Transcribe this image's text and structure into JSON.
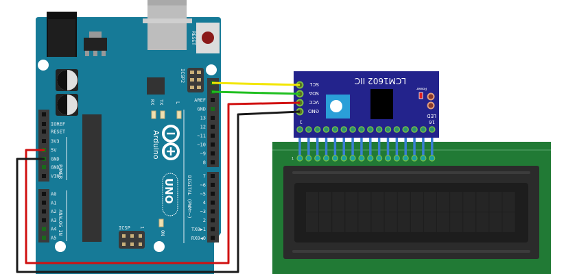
{
  "arduino": {
    "brand": "Arduino",
    "model": "UNO",
    "reset_label": "RESET",
    "icsp2_label": "ICSP2",
    "icsp_label": "ICSP",
    "icsp_pin1": "1",
    "led_labels": [
      "RX",
      "TX",
      "L"
    ],
    "on_label": "ON",
    "power_group": "POWER",
    "analog_group": "ANALOG IN",
    "digital_group": "DIGITAL (PWM=~)",
    "power_pins": [
      "IOREF",
      "RESET",
      "3V3",
      "5V",
      "GND",
      "GND",
      "VIN"
    ],
    "analog_pins": [
      "A0",
      "A1",
      "A2",
      "A3",
      "A4",
      "A5"
    ],
    "digital_upper": [
      "AREF",
      "GND",
      "13",
      "12",
      "~11",
      "~10",
      "~9",
      "8"
    ],
    "digital_lower": [
      "7",
      "~6",
      "~5",
      "4",
      "~3",
      "2",
      "TX0▶1",
      "RX0◀0"
    ]
  },
  "i2c_module": {
    "title": "LCM1602 IIC",
    "pins": [
      "SCL",
      "SDA",
      "VCC",
      "GND"
    ],
    "power_label": "Power",
    "led_label": "LED",
    "pin_first": "1",
    "pin_last": "16"
  },
  "lcd": {
    "pin_first": "1",
    "columns": 16,
    "rows": 2
  },
  "wires": {
    "scl": "#f2e600",
    "sda": "#1fbf1f",
    "vcc": "#d01010",
    "gnd": "#1a1a1a",
    "lcd_bus": "#3a7fd4"
  },
  "colors": {
    "board": "#167a97",
    "module": "#23238c",
    "lcd_pcb": "#217a35"
  }
}
